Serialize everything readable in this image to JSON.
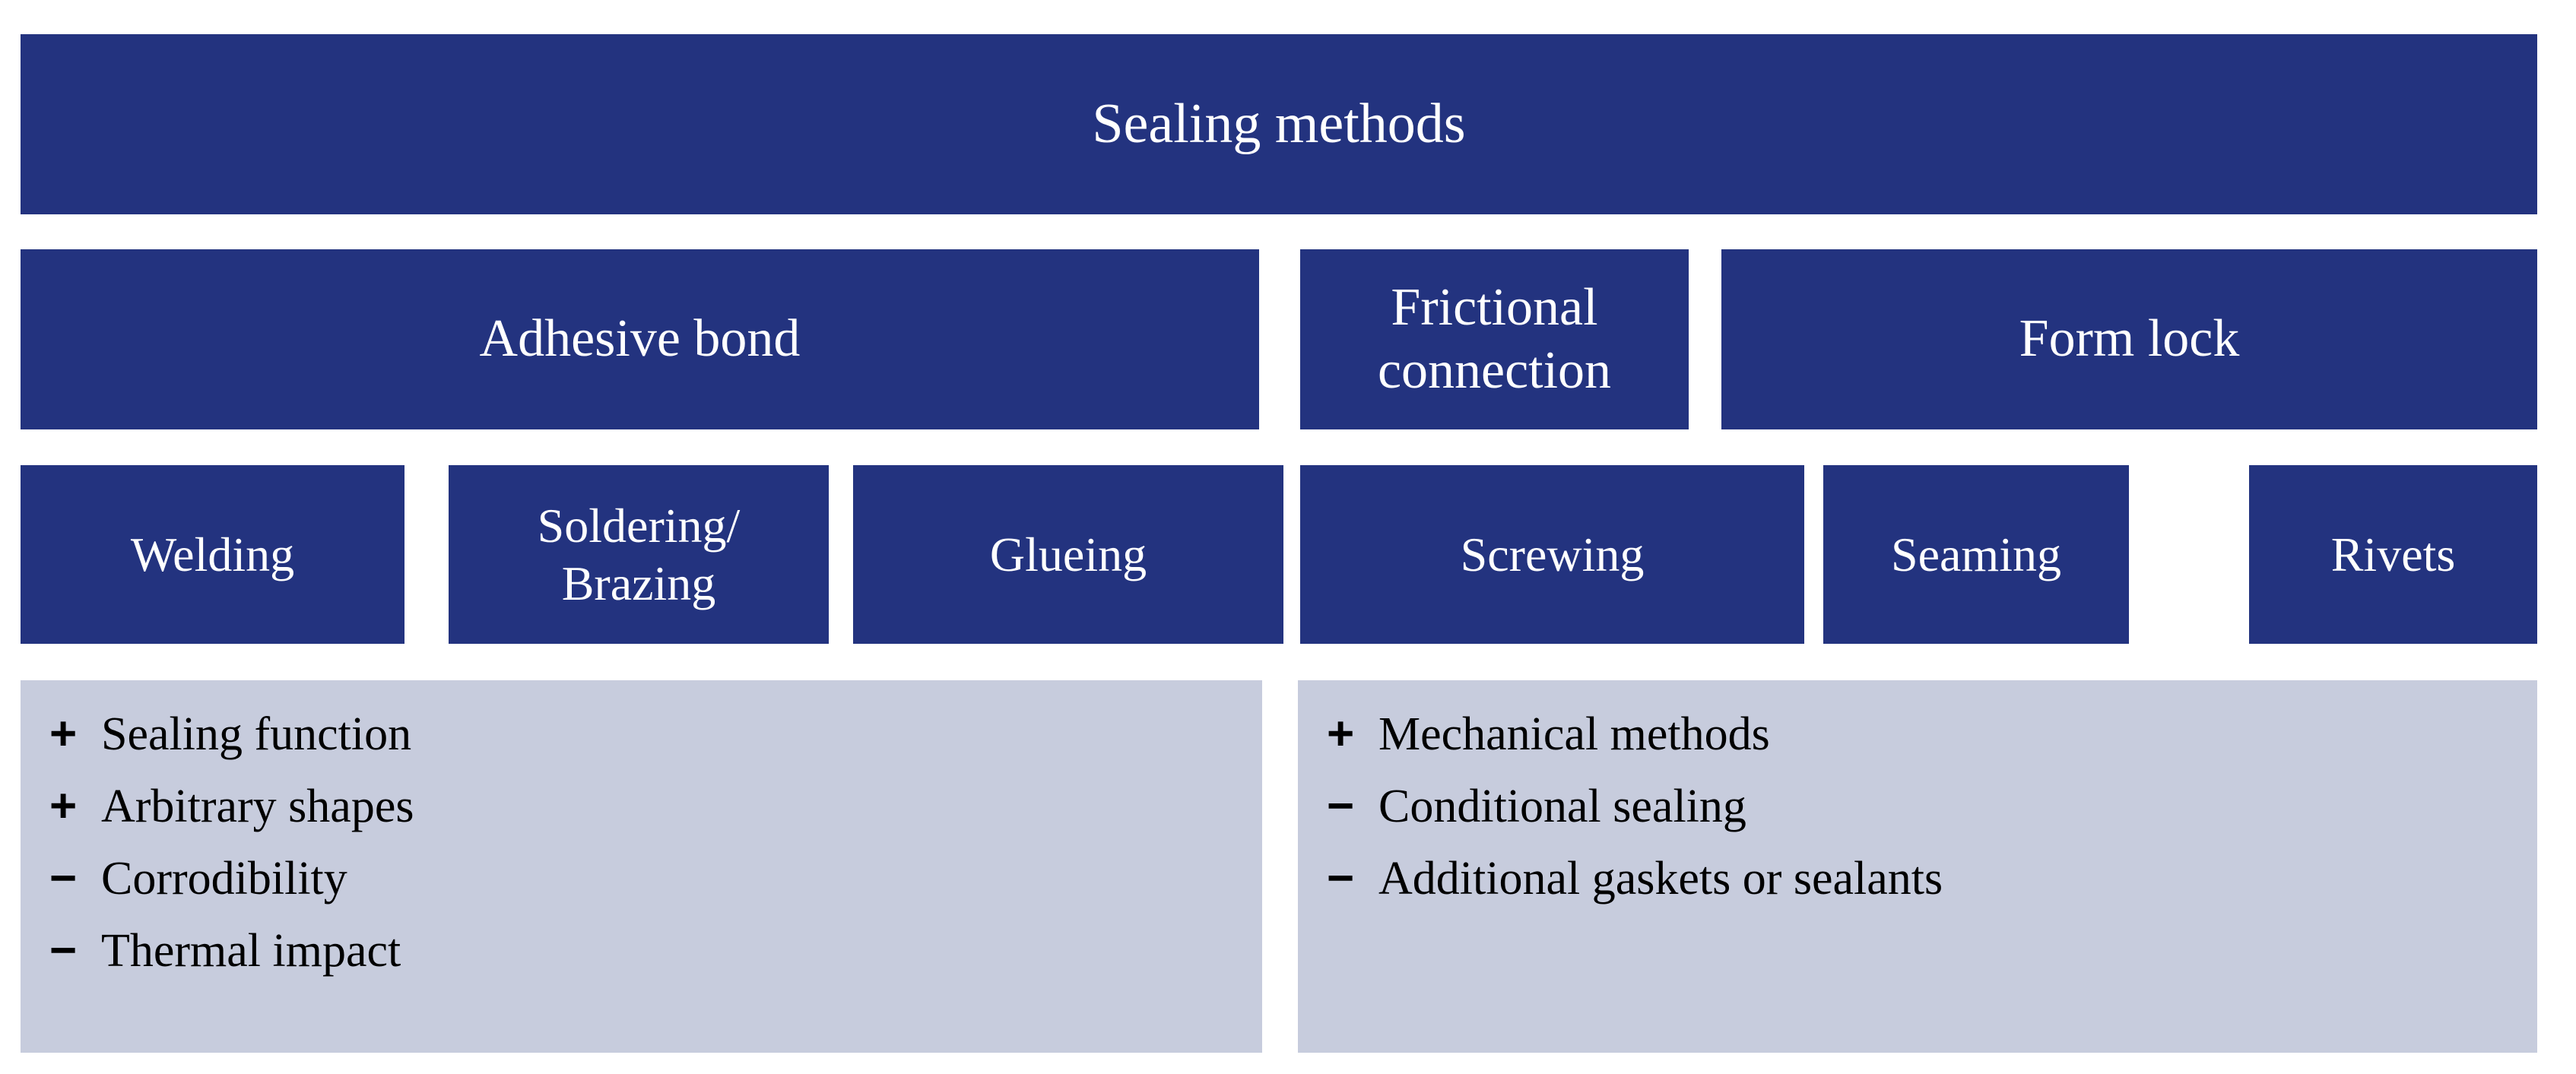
{
  "colors": {
    "box_fill": "#23337F",
    "box_text": "#FFFFFF",
    "panel_fill": "#C7CCDD",
    "panel_text": "#000000",
    "background": "#FFFFFF"
  },
  "diagram": {
    "title": "Sealing methods",
    "root": {
      "label": "Sealing methods"
    },
    "categories": [
      {
        "label": "Adhesive bond"
      },
      {
        "label": "Frictional\nconnection"
      },
      {
        "label": "Form lock"
      }
    ],
    "leaves": [
      {
        "label": "Welding"
      },
      {
        "label": "Soldering/\nBrazing"
      },
      {
        "label": "Glueing"
      },
      {
        "label": "Screwing"
      },
      {
        "label": "Seaming"
      },
      {
        "label": "Rivets"
      }
    ],
    "panels": [
      {
        "name": "adhesive-bond-properties",
        "items": [
          {
            "sign": "+",
            "text": "Sealing function"
          },
          {
            "sign": "+",
            "text": "Arbitrary shapes"
          },
          {
            "sign": "−",
            "text": "Corrodibility"
          },
          {
            "sign": "−",
            "text": "Thermal impact"
          }
        ]
      },
      {
        "name": "mechanical-properties",
        "items": [
          {
            "sign": "+",
            "text": "Mechanical methods"
          },
          {
            "sign": "−",
            "text": "Conditional sealing"
          },
          {
            "sign": "−",
            "text": "Additional gaskets or sealants"
          }
        ]
      }
    ]
  }
}
